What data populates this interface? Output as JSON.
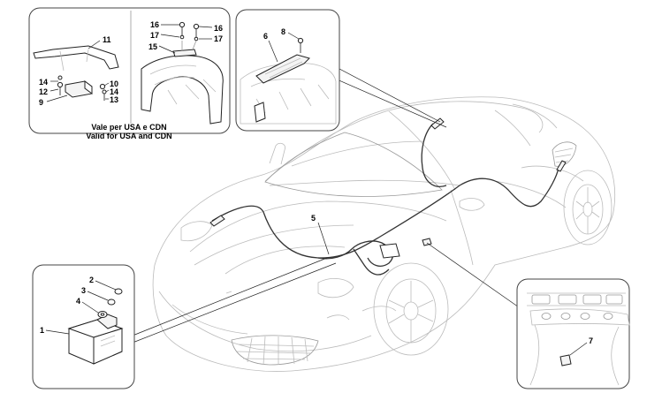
{
  "callouts": {
    "c1": "1",
    "c2": "2",
    "c3": "3",
    "c4": "4",
    "c5": "5",
    "c6": "6",
    "c7": "7",
    "c8": "8",
    "c9": "9",
    "c10": "10",
    "c11": "11",
    "c12": "12",
    "c13": "13",
    "c14": "14",
    "c15": "15",
    "c16": "16",
    "c17": "17"
  },
  "note": {
    "line1": "Vale per USA e CDN",
    "line2": "Valid for USA and CDN"
  }
}
